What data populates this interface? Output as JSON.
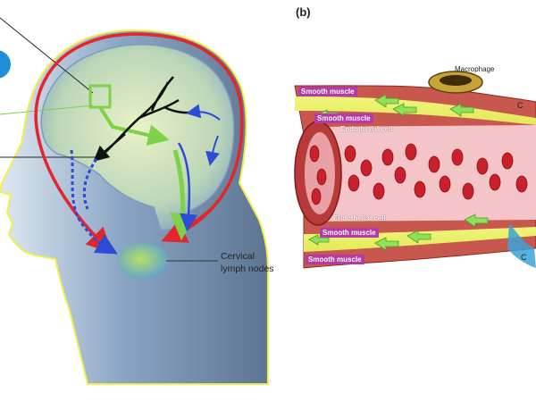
{
  "panel_b": {
    "label": "(b)"
  },
  "panel_a": {
    "lymph_label_line1": "Cervical",
    "lymph_label_line2": "lymph nodes"
  },
  "vessel": {
    "macrophage_label": "Macrophage",
    "top_layers": [
      "Smooth muscle",
      "Smooth muscle",
      "Endothelial cell"
    ],
    "bottom_layers": [
      "Endothelial cell",
      "Smooth muscle",
      "Smooth muscle"
    ],
    "right_edge_fragments": [
      "C",
      "C"
    ]
  },
  "colors": {
    "head_fill": "#6f8fb0",
    "brain_fill": "#cfe1a0",
    "red_pathway": "#e2262b",
    "blue_pathway": "#2c4bd6",
    "green_pathway": "#7ed24a",
    "black_vessels": "#111111",
    "smooth_muscle_band": "#eef06a",
    "label_tag": "#b43aa6",
    "lumen": "#f4c4c8",
    "blood_cell": "#c8202c",
    "accent_circle": "#1d8fd8"
  }
}
